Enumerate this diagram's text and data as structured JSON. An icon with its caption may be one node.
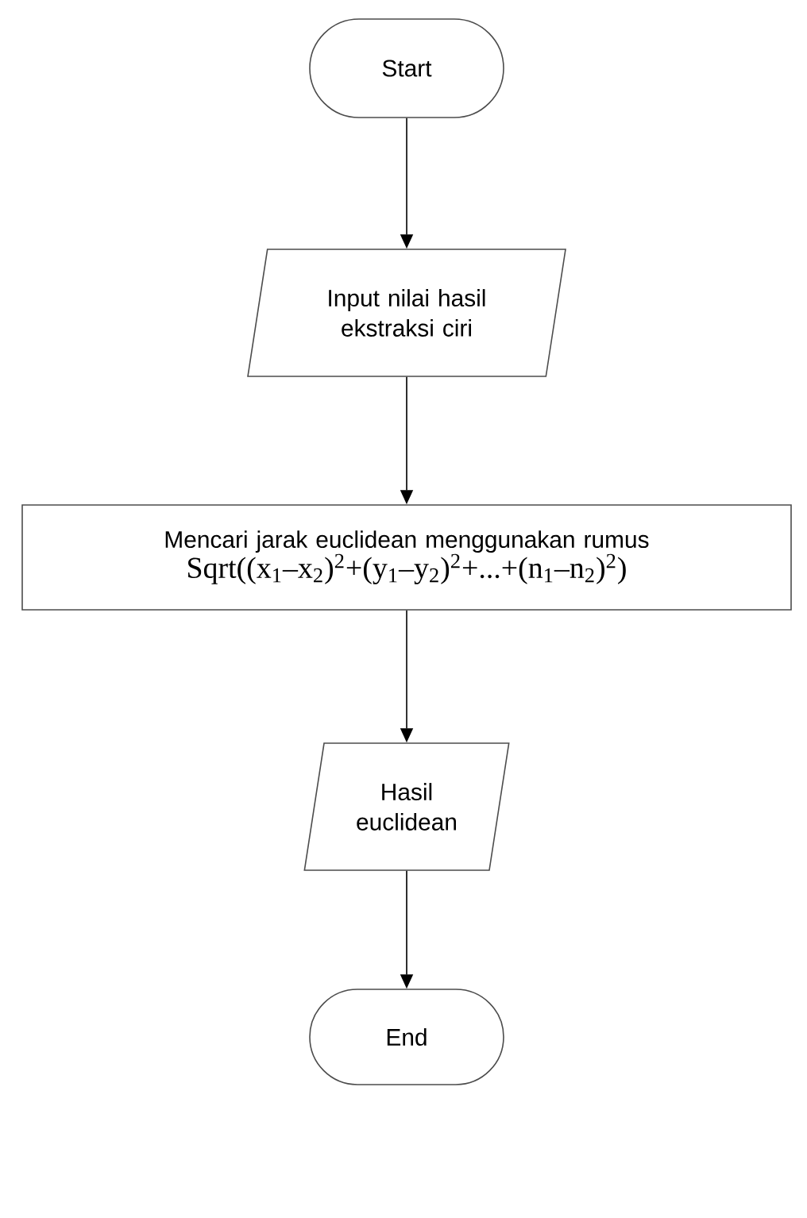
{
  "diagram": {
    "nodes": [
      {
        "text": [
          "Start"
        ]
      },
      {
        "text": [
          "Input nilai hasil ekstraksi ciri"
        ]
      },
      {
        "text": [
          "Mencari jarak euclidean menggunakan rumus",
          "Sqrt((x$_{1}$–x$_{2}$)$^{2}$+(y$_{1}$–y$_{2}$)$^{2}$+...+(n$_{1}$–n$_{2}$)$^{2}$)"
        ]
      },
      {
        "text": [
          "Hasil euclidean"
        ]
      },
      {
        "text": [
          "End"
        ]
      }
    ],
    "edges": [
      {
        "from": 0,
        "to": 1,
        "arrow": "to"
      },
      {
        "from": 1,
        "to": 2,
        "arrow": "to"
      },
      {
        "from": 2,
        "to": 3,
        "arrow": "to"
      },
      {
        "from": 3,
        "to": 4,
        "arrow": "to"
      }
    ]
  }
}
